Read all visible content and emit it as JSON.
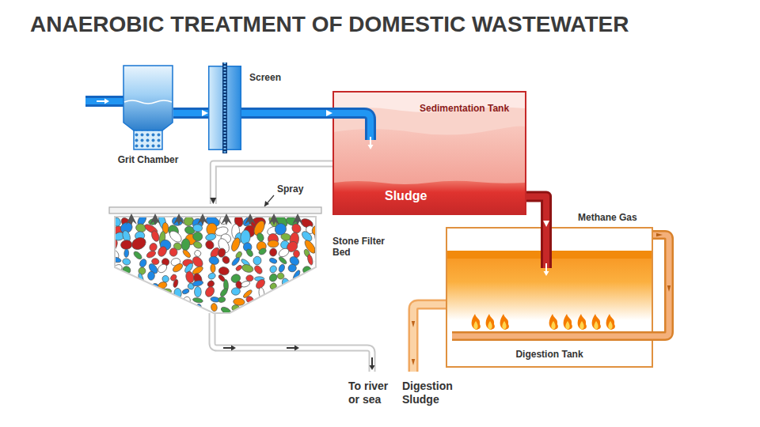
{
  "diagram": {
    "title": "ANAEROBIC TREATMENT OF DOMESTIC WASTEWATER",
    "nodes": [
      {
        "text": [
          "Grit Chamber"
        ]
      },
      {
        "text": [
          "Screen"
        ]
      },
      {
        "text": [
          "Sedimentation Tank"
        ]
      },
      {
        "text": [
          "Sludge"
        ],
        "in": 2
      },
      {
        "text": [
          "Stone Filter Bed"
        ]
      },
      {
        "text": [
          "Digestion Tank"
        ]
      }
    ],
    "edges": [
      {
        "from": 0,
        "to": 1,
        "arrow": "to"
      },
      {
        "from": 1,
        "to": 2,
        "arrow": "to"
      },
      {
        "from": 2,
        "to": 4,
        "arrow": "to"
      },
      {
        "from": 3,
        "to": 5,
        "arrow": "to"
      }
    ],
    "labels": [
      "Spray",
      "Methane Gas",
      "To river or sea",
      "Digestion Sludge"
    ]
  }
}
